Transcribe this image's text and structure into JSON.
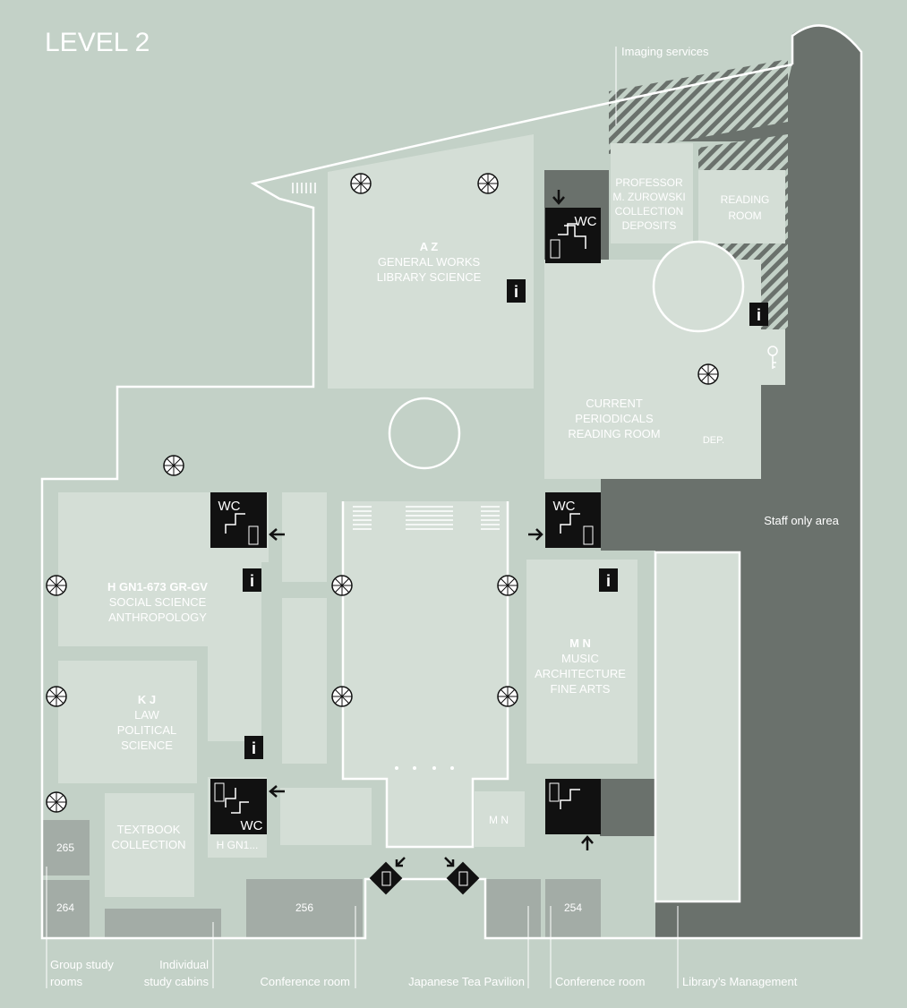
{
  "level_title": "LEVEL 2",
  "zones": {
    "az": {
      "code": "A Z",
      "line1": "GENERAL WORKS",
      "line2": "LIBRARY SCIENCE"
    },
    "h": {
      "code": "H GN1-673 GR-GV",
      "line1": "SOCIAL SCIENCE",
      "line2": "ANTHROPOLOGY"
    },
    "kj": {
      "code": "K J",
      "line1": "LAW",
      "line2": "POLITICAL",
      "line3": "SCIENCE"
    },
    "mn": {
      "code": "M N",
      "line1": "MUSIC",
      "line2": "ARCHITECTURE",
      "line3": "FINE ARTS"
    },
    "mn_small": "M N",
    "periodicals": {
      "line1": "CURRENT",
      "line2": "PERIODICALS",
      "line3": "READING ROOM"
    },
    "zurowski": {
      "line1": "PROFESSOR",
      "line2": "M. ZUROWSKI",
      "line3": "COLLECTION",
      "line4": "DEPOSITS"
    },
    "reading_room": {
      "line1": "READING",
      "line2": "ROOM"
    },
    "dep": "DEP.",
    "textbook": {
      "line1": "TEXTBOOK",
      "line2": "COLLECTION"
    },
    "h_short": "H GN1...",
    "staff_only": "Staff only area"
  },
  "rooms": {
    "r265": "265",
    "r264": "264",
    "r256": "256",
    "r254": "254"
  },
  "icons": {
    "wc": "WC",
    "info": "i"
  },
  "legend": {
    "imaging": "Imaging services",
    "group_study_1": "Group study",
    "group_study_2": "rooms",
    "individual_1": "Individual",
    "individual_2": "study cabins",
    "conference_1": "Conference room",
    "tea": "Japanese Tea Pavilion",
    "conference_2": "Conference room",
    "management": "Library’s Management"
  },
  "colors": {
    "background": "#c3d1c7",
    "zone_light": "#d4ded6",
    "room_medium": "#a3aca6",
    "staff_dark": "#6a716c",
    "outline": "#ffffff",
    "icon_black": "#111111"
  }
}
